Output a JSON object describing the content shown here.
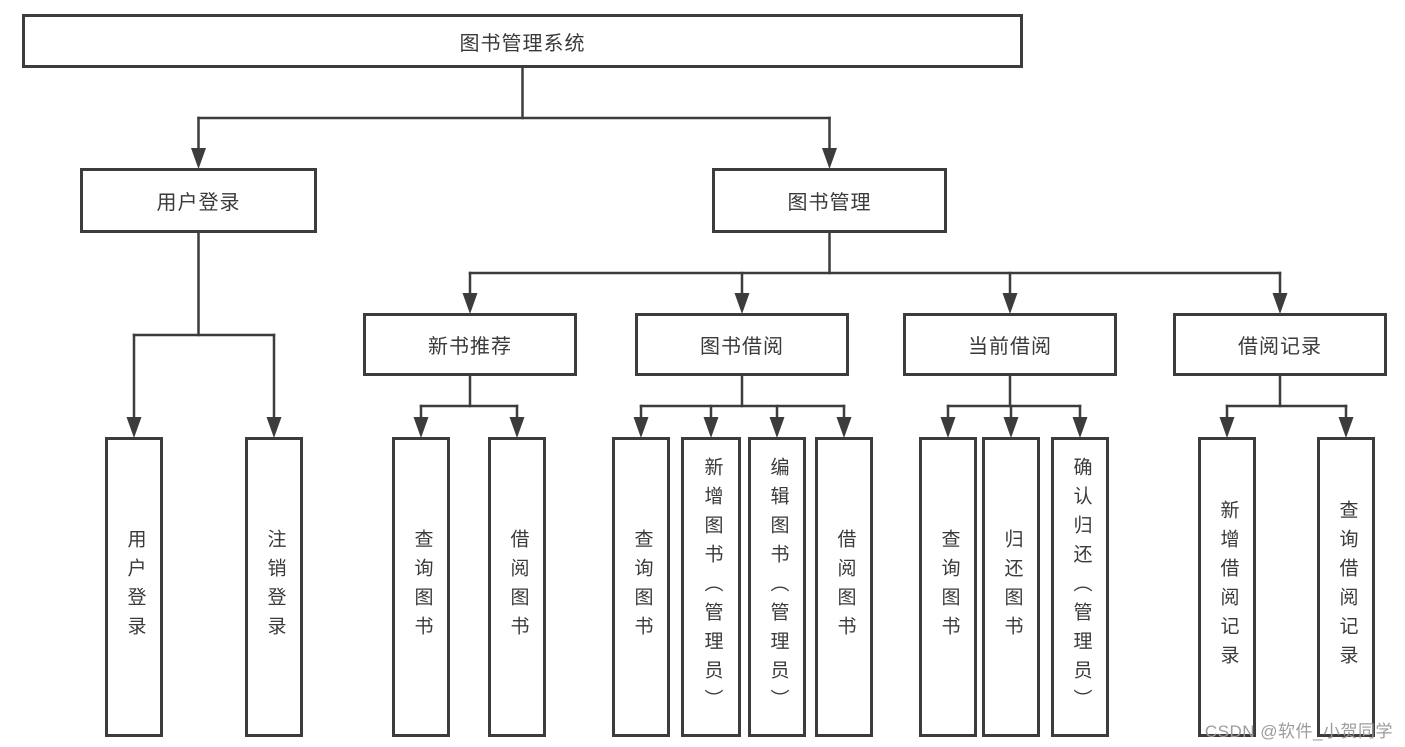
{
  "diagram": {
    "colors": {
      "background": "#ffffff",
      "box_border": "#3c3c3c",
      "box_fill": "#ffffff",
      "text": "#3a3a3a",
      "line": "#3c3c3c",
      "watermark": "#9c9c9c"
    },
    "nodes": [
      {
        "id": "root",
        "label": "图书管理系统"
      },
      {
        "id": "login",
        "label": "用户登录"
      },
      {
        "id": "mgmt",
        "label": "图书管理"
      },
      {
        "id": "recommend",
        "label": "新书推荐"
      },
      {
        "id": "borrow",
        "label": "图书借阅"
      },
      {
        "id": "current",
        "label": "当前借阅"
      },
      {
        "id": "records",
        "label": "借阅记录"
      },
      {
        "id": "login-user",
        "label": "用户登录"
      },
      {
        "id": "login-logout",
        "label": "注销登录"
      },
      {
        "id": "rec-query",
        "label": "查询图书"
      },
      {
        "id": "rec-borrow",
        "label": "借阅图书"
      },
      {
        "id": "bor-query",
        "label": "查询图书"
      },
      {
        "id": "bor-add",
        "label": "新增图书（管理员）"
      },
      {
        "id": "bor-edit",
        "label": "编辑图书（管理员）"
      },
      {
        "id": "bor-borrow",
        "label": "借阅图书"
      },
      {
        "id": "cur-query",
        "label": "查询图书"
      },
      {
        "id": "cur-return",
        "label": "归还图书"
      },
      {
        "id": "cur-confirm",
        "label": "确认归还（管理员）"
      },
      {
        "id": "recd-add",
        "label": "新增借阅记录"
      },
      {
        "id": "recd-query",
        "label": "查询借阅记录"
      }
    ],
    "hierarchy": {
      "root": [
        "login",
        "mgmt"
      ],
      "login": [
        "login-user",
        "login-logout"
      ],
      "mgmt": [
        "recommend",
        "borrow",
        "current",
        "records"
      ],
      "recommend": [
        "rec-query",
        "rec-borrow"
      ],
      "borrow": [
        "bor-query",
        "bor-add",
        "bor-edit",
        "bor-borrow"
      ],
      "current": [
        "cur-query",
        "cur-return",
        "cur-confirm"
      ],
      "records": [
        "recd-add",
        "recd-query"
      ]
    }
  },
  "watermark": {
    "text": "CSDN @软件_小贺同学"
  }
}
